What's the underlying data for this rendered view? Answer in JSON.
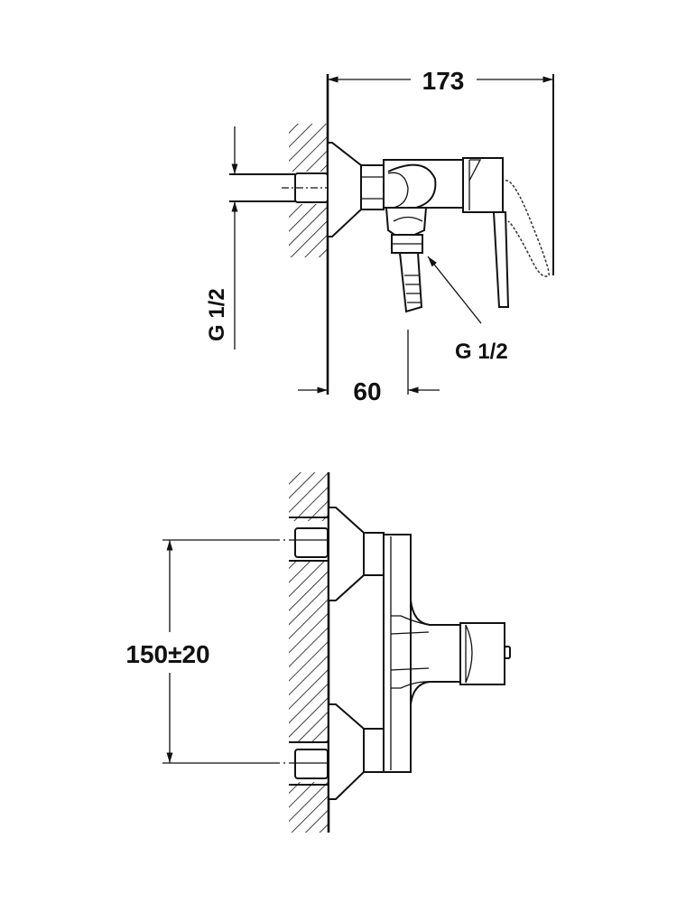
{
  "side_view": {
    "overall_depth_label": "173",
    "inlet_thread_label": "G 1/2",
    "outlet_thread_label": "G 1/2",
    "outlet_offset_label": "60"
  },
  "front_view": {
    "inlet_spacing_label": "150±20"
  },
  "colors": {
    "line": "#111111",
    "background": "#ffffff"
  }
}
